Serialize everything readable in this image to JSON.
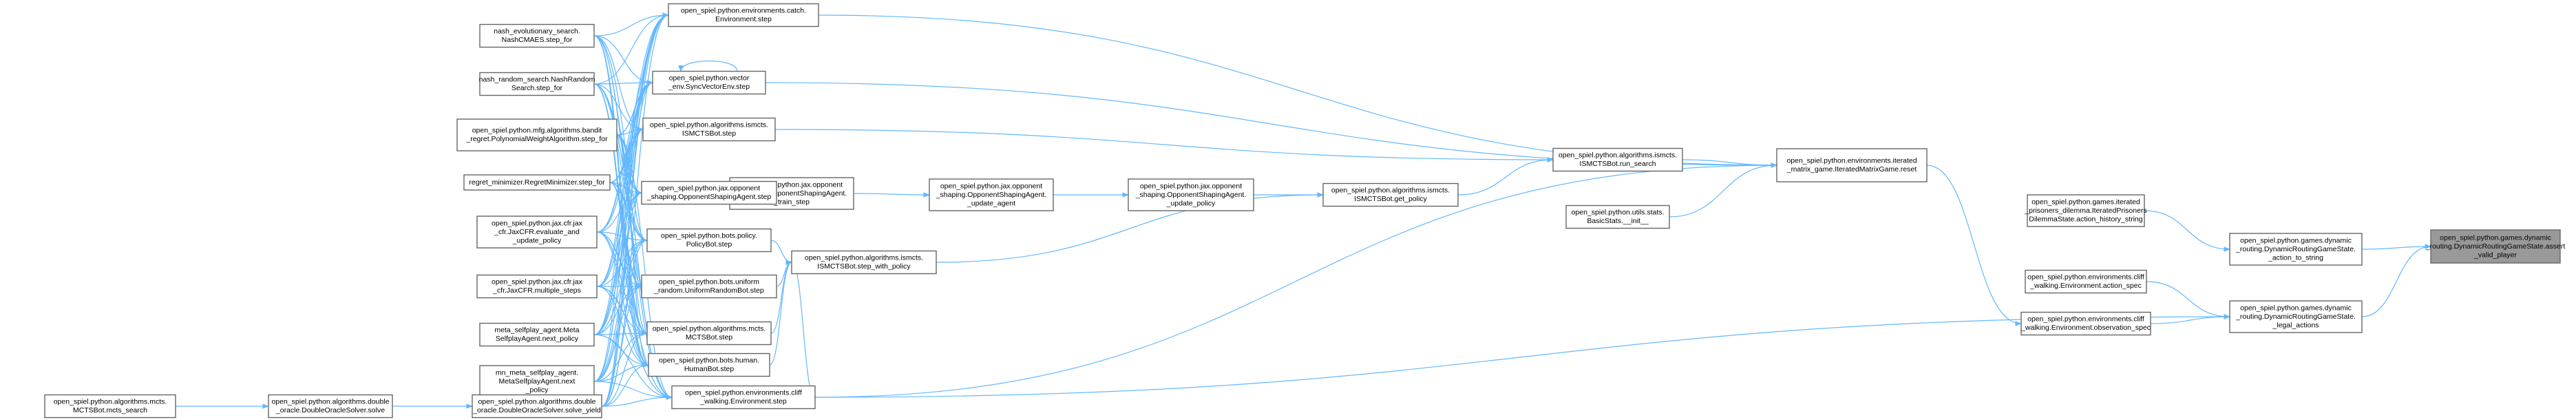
{
  "graph": {
    "colors": {
      "edge": "#63b8ff",
      "node_border": "#666666",
      "target_fill": "#999999",
      "background": "#ffffff"
    },
    "nodes": [
      {
        "id": "t",
        "lines": [
          "open_spiel.python.games.dynamic",
          "_routing.DynamicRoutingGameState.assert",
          "_valid_player"
        ],
        "target": true
      },
      {
        "id": "ats",
        "lines": [
          "open_spiel.python.games.dynamic",
          "_routing.DynamicRoutingGameState.",
          "_action_to_string"
        ]
      },
      {
        "id": "la",
        "lines": [
          "open_spiel.python.games.dynamic",
          "_routing.DynamicRoutingGameState.",
          "_legal_actions"
        ]
      },
      {
        "id": "ipd",
        "lines": [
          "open_spiel.python.games.iterated",
          "_prisoners_dilemma.IteratedPrisoners",
          "DilemmaState.action_history_string"
        ]
      },
      {
        "id": "cwas",
        "lines": [
          "open_spiel.python.environments.cliff",
          "_walking.Environment.action_spec"
        ]
      },
      {
        "id": "cwos",
        "lines": [
          "open_spiel.python.environments.cliff",
          "_walking.Environment.observation_spec"
        ]
      },
      {
        "id": "imr",
        "lines": [
          "open_spiel.python.environments.iterated",
          "_matrix_game.IteratedMatrixGame.reset"
        ]
      },
      {
        "id": "rs",
        "lines": [
          "open_spiel.python.algorithms.ismcts.",
          "ISMCTSBot.run_search"
        ]
      },
      {
        "id": "bs",
        "lines": [
          "open_spiel.python.utils.stats.",
          "BasicStats.__init__"
        ]
      },
      {
        "id": "gp",
        "lines": [
          "open_spiel.python.algorithms.ismcts.",
          "ISMCTSBot.get_policy"
        ]
      },
      {
        "id": "osup",
        "lines": [
          "open_spiel.python.jax.opponent",
          "_shaping.OpponentShapingAgent.",
          "_update_policy"
        ]
      },
      {
        "id": "osua",
        "lines": [
          "open_spiel.python.jax.opponent",
          "_shaping.OpponentShapingAgent.",
          "_update_agent"
        ]
      },
      {
        "id": "ostr",
        "lines": [
          "open_spiel.python.jax.opponent",
          "_shaping.OpponentShapingAgent.",
          "_train_step"
        ]
      },
      {
        "id": "swp",
        "lines": [
          "open_spiel.python.algorithms.ismcts.",
          "ISMCTSBot.step_with_policy"
        ]
      },
      {
        "id": "catch",
        "lines": [
          "open_spiel.python.environments.catch.",
          "Environment.step"
        ]
      },
      {
        "id": "vec",
        "lines": [
          "open_spiel.python.vector",
          "_env.SyncVectorEnv.step"
        ]
      },
      {
        "id": "ist",
        "lines": [
          "open_spiel.python.algorithms.ismcts.",
          "ISMCTSBot.step"
        ]
      },
      {
        "id": "osst",
        "lines": [
          "open_spiel.python.jax.opponent",
          "_shaping.OpponentShapingAgent.step"
        ]
      },
      {
        "id": "pb",
        "lines": [
          "open_spiel.python.bots.policy.",
          "PolicyBot.step"
        ]
      },
      {
        "id": "urb",
        "lines": [
          "open_spiel.python.bots.uniform",
          "_random.UniformRandomBot.step"
        ]
      },
      {
        "id": "mcts",
        "lines": [
          "open_spiel.python.algorithms.mcts.",
          "MCTSBot.step"
        ]
      },
      {
        "id": "hb",
        "lines": [
          "open_spiel.python.bots.human.",
          "HumanBot.step"
        ]
      },
      {
        "id": "cws",
        "lines": [
          "open_spiel.python.environments.cliff",
          "_walking.Environment.step"
        ]
      },
      {
        "id": "nes",
        "lines": [
          "nash_evolutionary_search.",
          "NashCMAES.step_for"
        ]
      },
      {
        "id": "nrs",
        "lines": [
          "nash_random_search.NashRandom",
          "Search.step_for"
        ]
      },
      {
        "id": "mfg",
        "lines": [
          "open_spiel.python.mfg.algorithms.bandit",
          "_regret.PolynomialWeightAlgorithm.step_for"
        ]
      },
      {
        "id": "rm",
        "lines": [
          "regret_minimizer.RegretMinimizer.step_for"
        ]
      },
      {
        "id": "cfr1",
        "lines": [
          "open_spiel.python.jax.cfr.jax",
          "_cfr.JaxCFR.evaluate_and",
          "_update_policy"
        ]
      },
      {
        "id": "cfr2",
        "lines": [
          "open_spiel.python.jax.cfr.jax",
          "_cfr.JaxCFR.multiple_steps"
        ]
      },
      {
        "id": "msa",
        "lines": [
          "meta_selfplay_agent.Meta",
          "SelfplayAgent.next_policy"
        ]
      },
      {
        "id": "mnmsa",
        "lines": [
          "mn_meta_selfplay_agent.",
          "MetaSelfplayAgent.next",
          "_policy"
        ]
      },
      {
        "id": "dsy",
        "lines": [
          "open_spiel.python.algorithms.double",
          "_oracle.DoubleOracleSolver.solve_yield"
        ]
      },
      {
        "id": "ds",
        "lines": [
          "open_spiel.python.algorithms.double",
          "_oracle.DoubleOracleSolver.solve"
        ]
      },
      {
        "id": "ms",
        "lines": [
          "open_spiel.python.algorithms.mcts.",
          "MCTSBot.mcts_search"
        ]
      }
    ],
    "edges": [
      [
        "ats",
        "t"
      ],
      [
        "la",
        "t"
      ],
      [
        "ipd",
        "ats"
      ],
      [
        "cwas",
        "la"
      ],
      [
        "cwos",
        "la"
      ],
      [
        "cws",
        "la"
      ],
      [
        "imr",
        "cwos"
      ],
      [
        "rs",
        "imr"
      ],
      [
        "bs",
        "imr"
      ],
      [
        "catch",
        "imr"
      ],
      [
        "vec",
        "imr"
      ],
      [
        "cws",
        "imr"
      ],
      [
        "gp",
        "rs"
      ],
      [
        "ist",
        "rs"
      ],
      [
        "osup",
        "gp"
      ],
      [
        "swp",
        "gp"
      ],
      [
        "osua",
        "osup"
      ],
      [
        "ostr",
        "osua"
      ],
      [
        "osst",
        "ostr"
      ],
      [
        "pb",
        "swp"
      ],
      [
        "urb",
        "swp"
      ],
      [
        "mcts",
        "swp"
      ],
      [
        "hb",
        "swp"
      ],
      [
        "cws",
        "swp"
      ],
      [
        "vec",
        "vec"
      ],
      [
        "nes",
        "catch"
      ],
      [
        "nes",
        "vec"
      ],
      [
        "nes",
        "ist"
      ],
      [
        "nes",
        "osst"
      ],
      [
        "nes",
        "pb"
      ],
      [
        "nes",
        "urb"
      ],
      [
        "nes",
        "mcts"
      ],
      [
        "nes",
        "hb"
      ],
      [
        "nes",
        "cws"
      ],
      [
        "nrs",
        "catch"
      ],
      [
        "nrs",
        "vec"
      ],
      [
        "nrs",
        "ist"
      ],
      [
        "nrs",
        "osst"
      ],
      [
        "nrs",
        "pb"
      ],
      [
        "nrs",
        "urb"
      ],
      [
        "nrs",
        "mcts"
      ],
      [
        "nrs",
        "hb"
      ],
      [
        "nrs",
        "cws"
      ],
      [
        "mfg",
        "catch"
      ],
      [
        "mfg",
        "vec"
      ],
      [
        "mfg",
        "ist"
      ],
      [
        "mfg",
        "osst"
      ],
      [
        "mfg",
        "pb"
      ],
      [
        "mfg",
        "urb"
      ],
      [
        "mfg",
        "mcts"
      ],
      [
        "mfg",
        "hb"
      ],
      [
        "mfg",
        "cws"
      ],
      [
        "rm",
        "catch"
      ],
      [
        "rm",
        "vec"
      ],
      [
        "rm",
        "ist"
      ],
      [
        "rm",
        "osst"
      ],
      [
        "rm",
        "pb"
      ],
      [
        "rm",
        "urb"
      ],
      [
        "rm",
        "mcts"
      ],
      [
        "rm",
        "hb"
      ],
      [
        "rm",
        "cws"
      ],
      [
        "cfr1",
        "catch"
      ],
      [
        "cfr1",
        "vec"
      ],
      [
        "cfr1",
        "ist"
      ],
      [
        "cfr1",
        "osst"
      ],
      [
        "cfr1",
        "pb"
      ],
      [
        "cfr1",
        "urb"
      ],
      [
        "cfr1",
        "mcts"
      ],
      [
        "cfr1",
        "hb"
      ],
      [
        "cfr1",
        "cws"
      ],
      [
        "cfr2",
        "catch"
      ],
      [
        "cfr2",
        "vec"
      ],
      [
        "cfr2",
        "ist"
      ],
      [
        "cfr2",
        "osst"
      ],
      [
        "cfr2",
        "pb"
      ],
      [
        "cfr2",
        "urb"
      ],
      [
        "cfr2",
        "mcts"
      ],
      [
        "cfr2",
        "hb"
      ],
      [
        "cfr2",
        "cws"
      ],
      [
        "msa",
        "catch"
      ],
      [
        "msa",
        "vec"
      ],
      [
        "msa",
        "ist"
      ],
      [
        "msa",
        "osst"
      ],
      [
        "msa",
        "pb"
      ],
      [
        "msa",
        "urb"
      ],
      [
        "msa",
        "mcts"
      ],
      [
        "msa",
        "hb"
      ],
      [
        "msa",
        "cws"
      ],
      [
        "mnmsa",
        "catch"
      ],
      [
        "mnmsa",
        "vec"
      ],
      [
        "mnmsa",
        "ist"
      ],
      [
        "mnmsa",
        "osst"
      ],
      [
        "mnmsa",
        "pb"
      ],
      [
        "mnmsa",
        "urb"
      ],
      [
        "mnmsa",
        "mcts"
      ],
      [
        "mnmsa",
        "hb"
      ],
      [
        "mnmsa",
        "cws"
      ],
      [
        "dsy",
        "catch"
      ],
      [
        "dsy",
        "vec"
      ],
      [
        "dsy",
        "ist"
      ],
      [
        "dsy",
        "osst"
      ],
      [
        "dsy",
        "pb"
      ],
      [
        "dsy",
        "urb"
      ],
      [
        "dsy",
        "mcts"
      ],
      [
        "dsy",
        "hb"
      ],
      [
        "dsy",
        "cws"
      ],
      [
        "ds",
        "dsy"
      ],
      [
        "ms",
        "ds"
      ]
    ]
  }
}
